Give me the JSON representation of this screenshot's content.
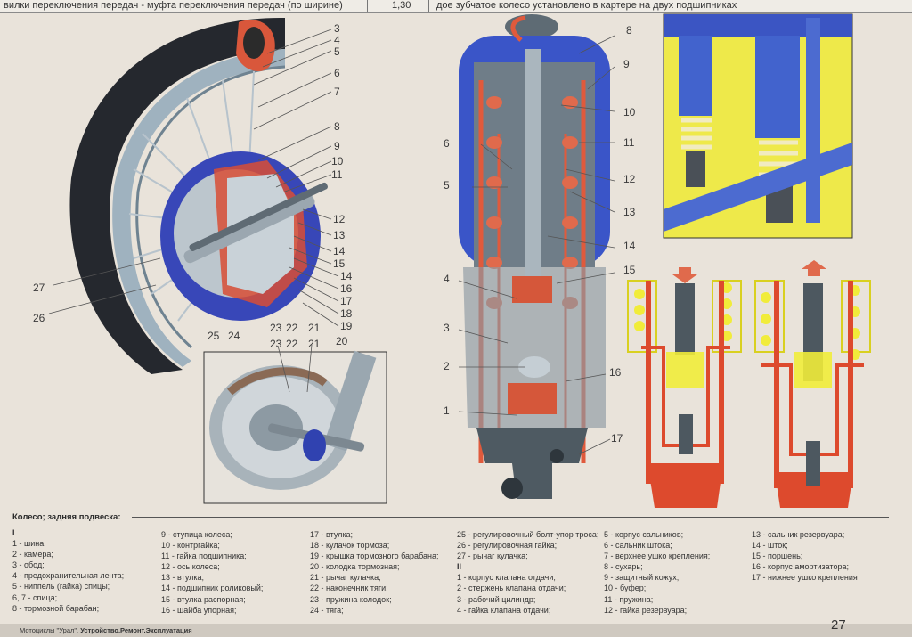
{
  "header": {
    "left_text": "вилки переключения передач - муфта  переключения передач (по  ширине)",
    "mid_value": "1,30",
    "right_text": "дое зубчатое колесо установлено в картере на двух подшипниках"
  },
  "figure_wheel": {
    "callouts": [
      "3",
      "4",
      "5",
      "6",
      "7",
      "8",
      "9",
      "10",
      "11",
      "12",
      "13",
      "14",
      "15",
      "14",
      "16",
      "17",
      "18",
      "19",
      "21",
      "22",
      "23",
      "24",
      "25",
      "26",
      "27"
    ]
  },
  "figure_brake": {
    "callouts": [
      "23",
      "22",
      "21",
      "20"
    ]
  },
  "figure_shock": {
    "callouts": [
      "8",
      "9",
      "10",
      "11",
      "6",
      "12",
      "5",
      "13",
      "14",
      "4",
      "15",
      "3",
      "2",
      "16",
      "1",
      "17"
    ]
  },
  "colors": {
    "paper": "#e9e3da",
    "blue": "#3a55c8",
    "red": "#e0553a",
    "yellow": "#f3ee3a",
    "steel": "#8fa3ae"
  },
  "legend": {
    "title": "Колесо; задняя подвеска:",
    "columns": [
      [
        "I",
        "1 - шина;",
        "2 - камера;",
        "3 - обод;",
        "4 - предохранительная лента;",
        "5 - ниппель (гайка) спицы;",
        "6, 7 - спица;",
        "8 - тормозной барабан;"
      ],
      [
        "9 - ступица колеса;",
        "10 - контргайка;",
        "11 - гайка подшипника;",
        "12 - ось колеса;",
        "13 - втулка;",
        "14 - подшипник роликовый;",
        "15 - втулка распорная;",
        "16 - шайба упорная;"
      ],
      [
        "17 - втулка;",
        "18 - кулачок тормоза;",
        "19 - крышка тормозного барабана;",
        "20 - колодка тормозная;",
        "21 - рычаг кулачка;",
        "22 - наконечник тяги;",
        "23 - пружина колодок;",
        "24 - тяга;"
      ],
      [
        "25 - регулировочный болт-упор троса;",
        "26 - регулировочная гайка;",
        "27 - рычаг кулачка;",
        "II",
        "1 - корпус клапана отдачи;",
        "2 - стержень клапана отдачи;",
        "3 - рабочий цилиндр;",
        "4 - гайка клапана отдачи;"
      ],
      [
        "5 - корпус сальников;",
        "6 - сальник штока;",
        "7 - верхнее ушко крепления;",
        "8 - сухарь;",
        "9 - защитный кожух;",
        "10 - буфер;",
        "11 - пружина;",
        "12 - гайка резервуара;"
      ],
      [
        "13 - сальник резервуара;",
        "14 - шток;",
        "15 - поршень;",
        "16 - корпус амортизатора;",
        "17 - нижнее ушко крепления"
      ]
    ]
  },
  "footer": {
    "book_brand": "Мотоциклы \"Урал\".",
    "book_title": "Устройство.Ремонт.Эксплуатация",
    "page_number": "27"
  }
}
